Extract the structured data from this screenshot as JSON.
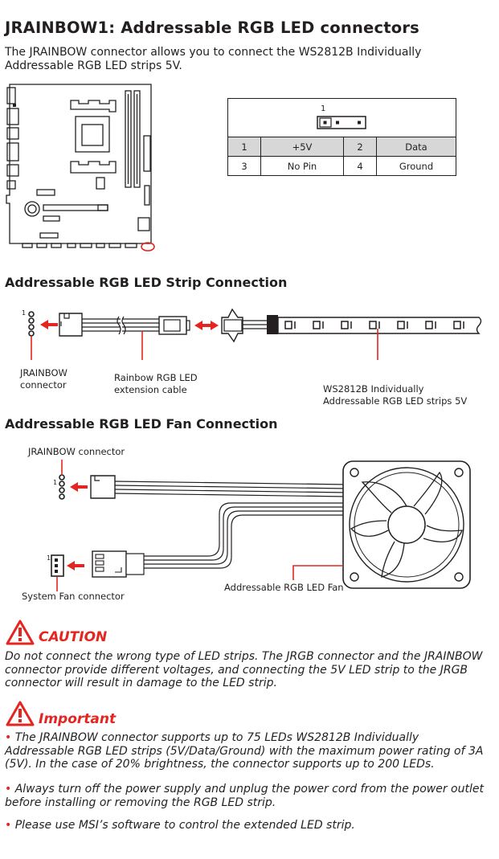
{
  "title": "JRAINBOW1: Addressable RGB LED connectors",
  "intro": {
    "line1": "The JRAINBOW connector allows you to connect the WS2812B Individually",
    "line2": "Addressable RGB LED strips 5V."
  },
  "pin_table": {
    "pin_one_marker": "1",
    "rows": [
      [
        "1",
        "+5V",
        "2",
        "Data"
      ],
      [
        "3",
        "No Pin",
        "4",
        "Ground"
      ]
    ]
  },
  "strip_section": {
    "heading": "Addressable RGB LED Strip Connection",
    "pin_marker": "1",
    "label_jrainbow_1": "JRAINBOW",
    "label_jrainbow_2": "connector",
    "label_cable_1": "Rainbow RGB LED",
    "label_cable_2": "extension cable",
    "label_strip_1": "WS2812B Individually",
    "label_strip_2": "Addressable RGB LED strips 5V"
  },
  "fan_section": {
    "heading": "Addressable RGB LED Fan Connection",
    "label_jrainbow": "JRAINBOW connector",
    "label_sysfan": "System Fan connector",
    "label_fan": "Addressable RGB LED Fan",
    "pin_marker": "1"
  },
  "caution": {
    "title": "CAUTION",
    "lines": [
      "Do not connect the wrong type of LED strips. The JRGB connector and the JRAINBOW",
      "connector provide different voltages, and connecting the 5V LED strip to the JRGB",
      "connector will result in damage to the LED strip."
    ]
  },
  "important": {
    "title": "Important",
    "bullet_char": "•",
    "b1_lines": [
      " The JRAINBOW connector supports up to 75 LEDs WS2812B Individually",
      "Addressable RGB LED strips (5V/Data/Ground) with the maximum power rating of 3A",
      "(5V). In the case of 20% brightness, the connector supports up to 200 LEDs."
    ],
    "b2_lines": [
      " Always turn off the power supply and unplug the power cord from the power outlet",
      "before installing or removing the RGB LED strip."
    ],
    "b3_line": " Please use MSI’s software to control the extended LED strip."
  },
  "colors": {
    "accent": "#e52520",
    "text": "#231f20",
    "table_header": "#d7d7d7"
  },
  "icons": [
    "motherboard-illustration",
    "pin-header-icon",
    "warning-triangle-icon",
    "fan-icon",
    "led-strip-icon"
  ]
}
